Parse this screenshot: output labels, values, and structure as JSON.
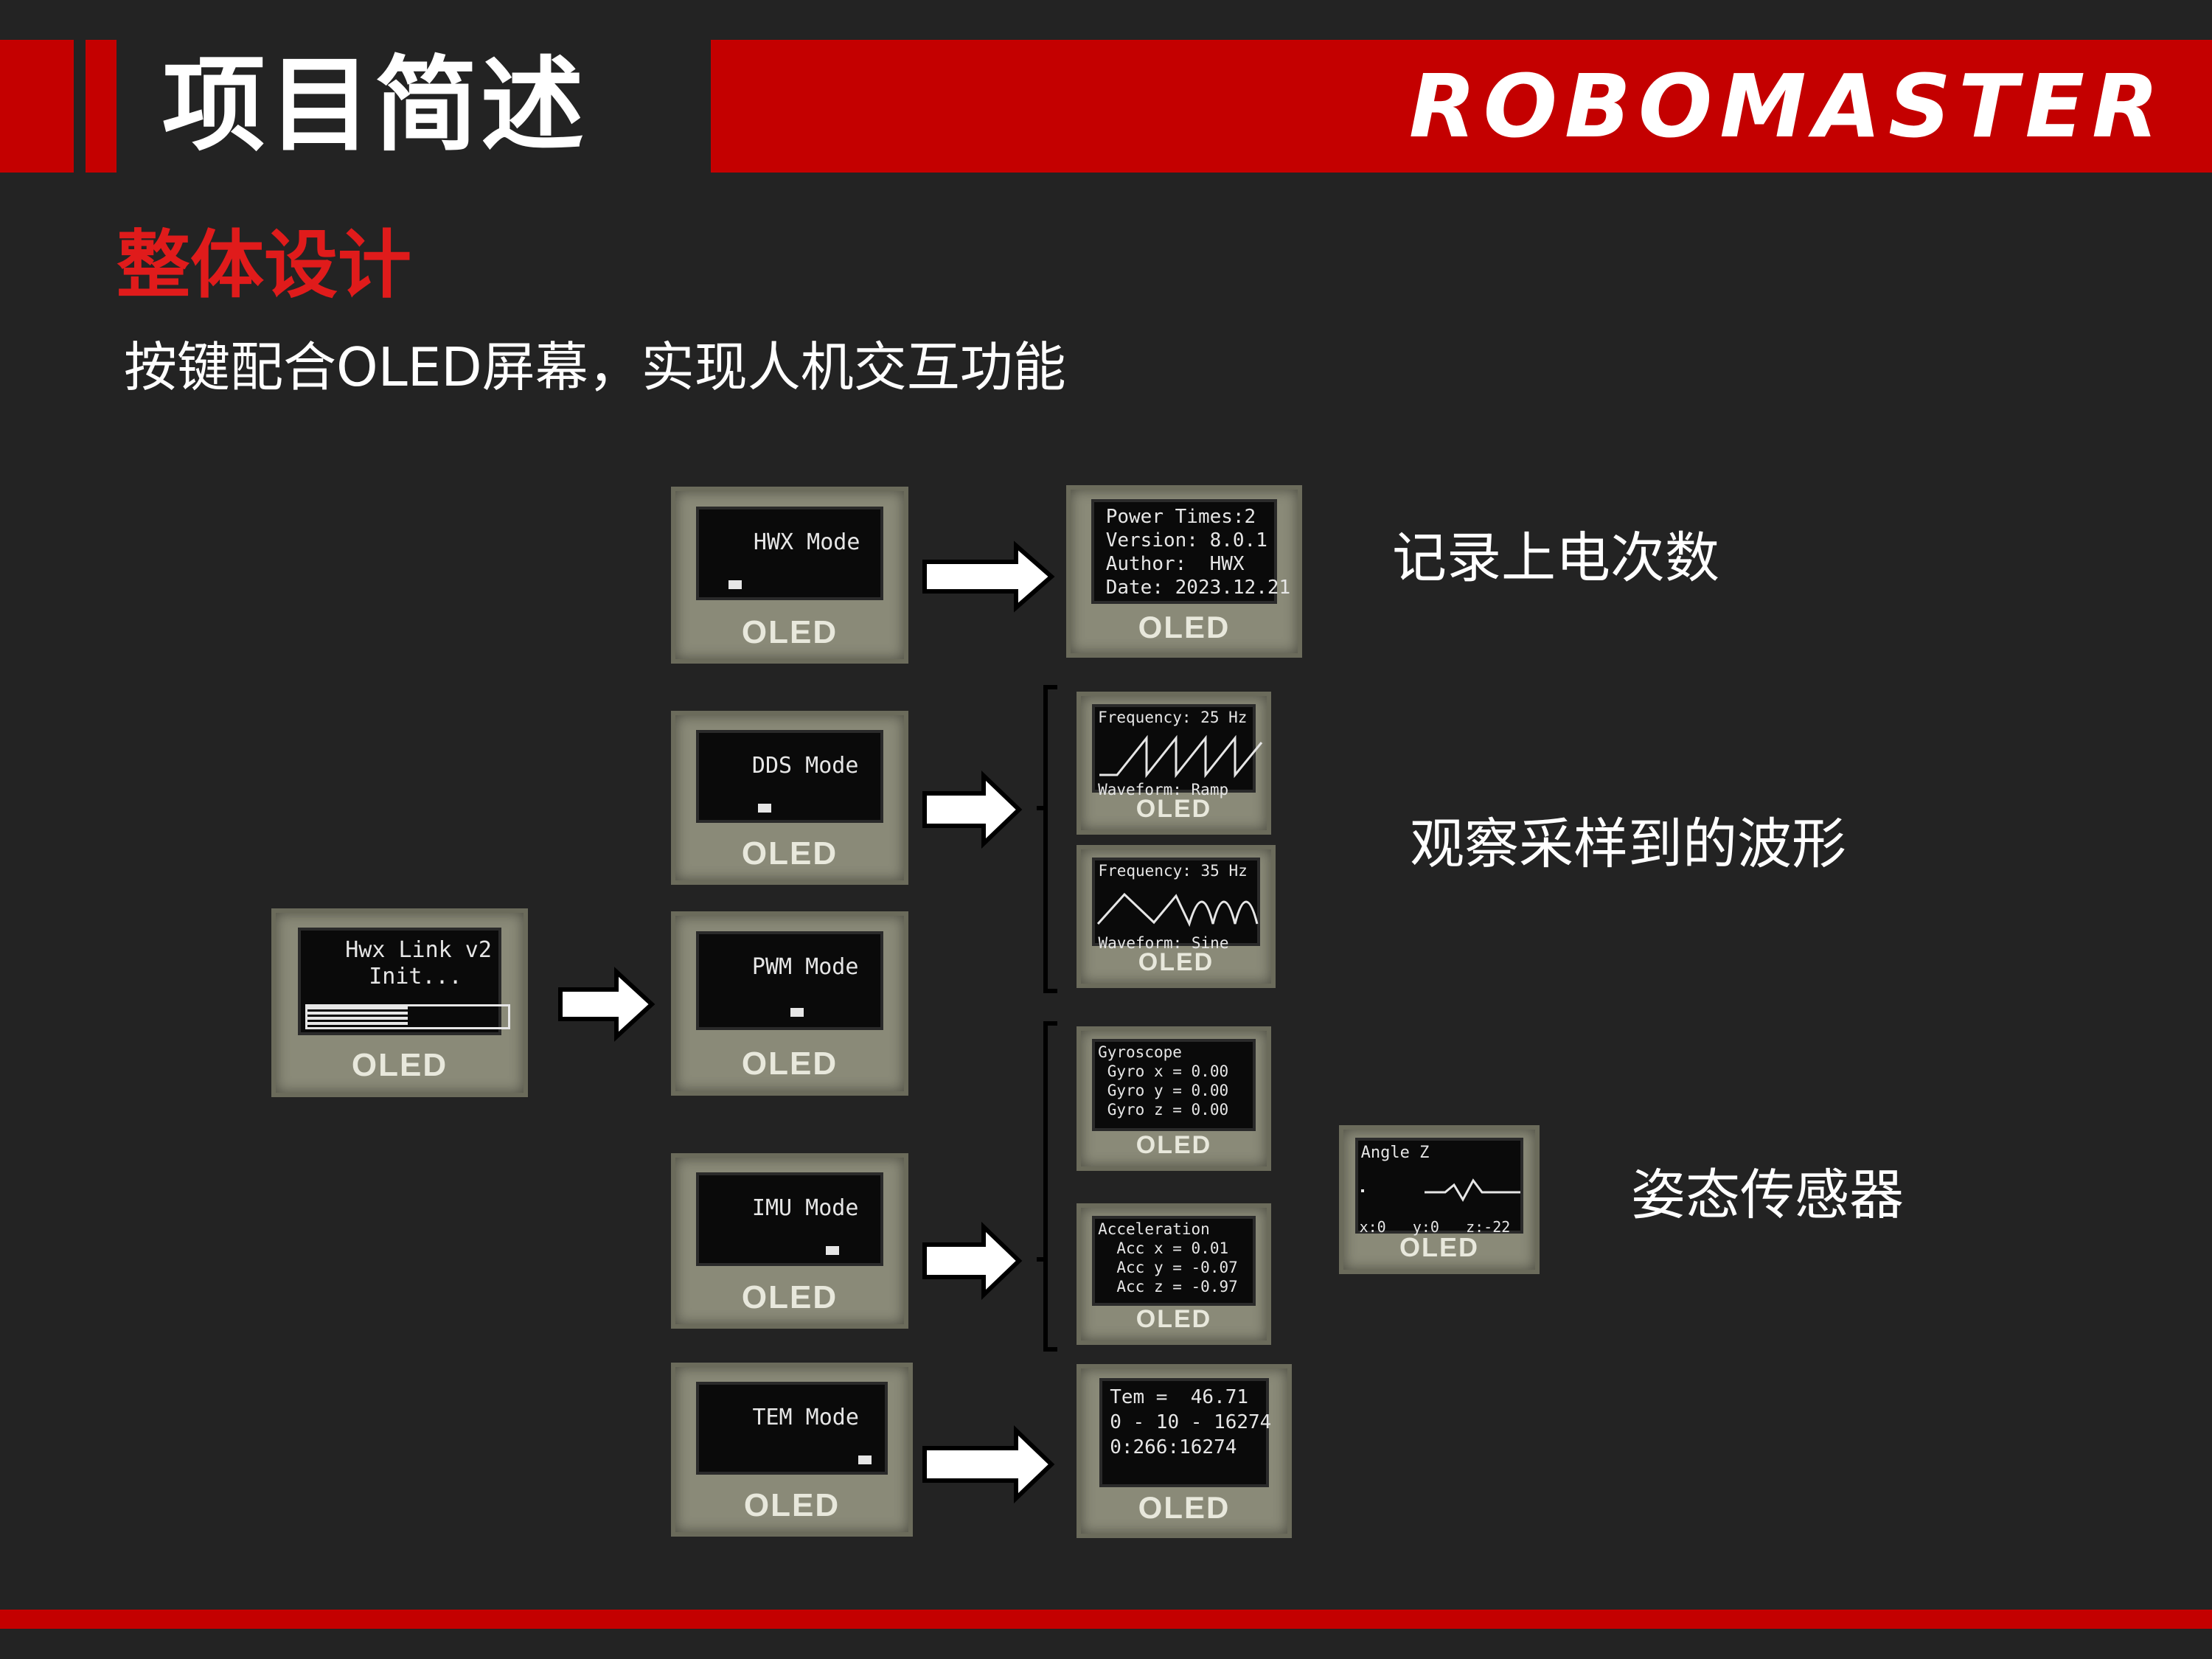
{
  "header": {
    "title": "项目简述",
    "logo_text": "ROBOMASTER",
    "accent_color": "#c40000"
  },
  "section": {
    "title": "整体设计",
    "subtitle": "按键配合OLED屏幕，实现人机交互功能"
  },
  "oled_brand": "OLED",
  "screens": {
    "boot": {
      "line1": "Hwx Link v2",
      "line2": "Init...",
      "progress": 0.5
    },
    "hwx_mode": {
      "label": "HWX Mode"
    },
    "dds_mode": {
      "label": "DDS Mode"
    },
    "pwm_mode": {
      "label": "PWM Mode"
    },
    "imu_mode": {
      "label": "IMU Mode"
    },
    "tem_mode": {
      "label": "TEM Mode"
    },
    "info": {
      "line1": "Power Times:2",
      "line2": "Version: 8.0.1",
      "line3": "Author:  HWX",
      "line4": "Date: 2023.12.21"
    },
    "ramp": {
      "top": "Frequency: 25 Hz",
      "bottom": "Waveform: Ramp"
    },
    "sine": {
      "top": "Frequency: 35 Hz",
      "bottom": "Waveform: Sine"
    },
    "gyro": {
      "line1": "Gyroscope",
      "line2": " Gyro x = 0.00",
      "line3": " Gyro y = 0.00",
      "line4": " Gyro z = 0.00"
    },
    "accel": {
      "line1": "Acceleration",
      "line2": "  Acc x = 0.01",
      "line3": "  Acc y = -0.07",
      "line4": "  Acc z = -0.97"
    },
    "angle": {
      "top": "Angle Z",
      "bottom": "x:0   y:0   z:-22"
    },
    "temp": {
      "line1": "Tem =  46.71",
      "line2": "0 - 10 - 16274",
      "line3": "0:266:16274"
    }
  },
  "captions": {
    "power": "记录上电次数",
    "waveform": "观察采样到的波形",
    "sensor": "姿态传感器"
  }
}
